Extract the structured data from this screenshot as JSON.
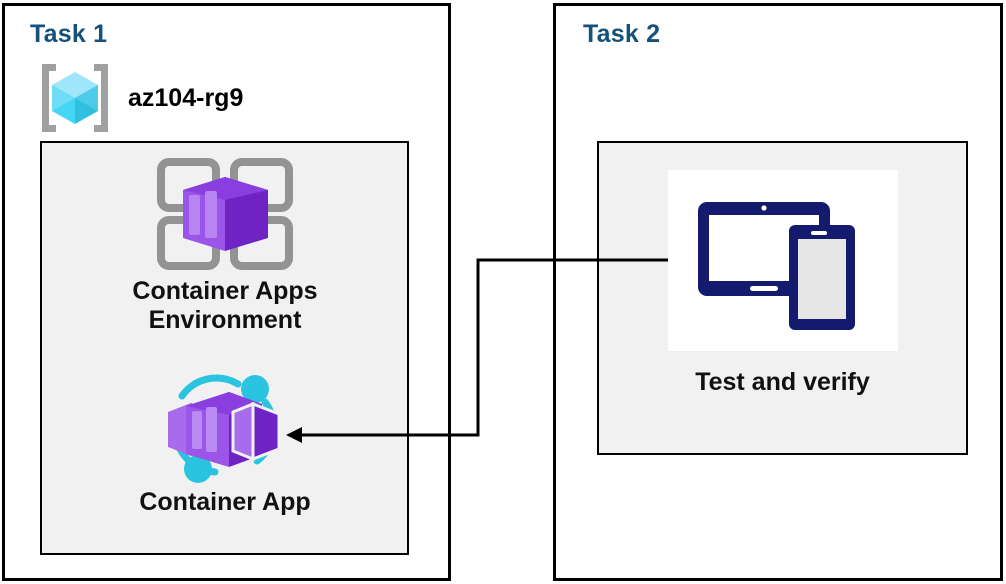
{
  "diagram": {
    "title_color": "#14517B",
    "panels": [
      {
        "id": "task1",
        "title": "Task 1",
        "resource_group": {
          "icon": "resource-group-icon",
          "label": "az104-rg9"
        },
        "nodes": [
          {
            "icon": "container-apps-environment-icon",
            "caption": "Container Apps\nEnvironment"
          },
          {
            "icon": "container-app-icon",
            "caption": "Container App"
          }
        ]
      },
      {
        "id": "task2",
        "title": "Task 2",
        "nodes": [
          {
            "icon": "test-devices-icon",
            "caption": "Test and verify"
          }
        ]
      }
    ],
    "connector": {
      "name": "test-to-container-app-arrow",
      "from": "Test and verify",
      "to": "Container App",
      "arrow_direction": "left"
    }
  }
}
